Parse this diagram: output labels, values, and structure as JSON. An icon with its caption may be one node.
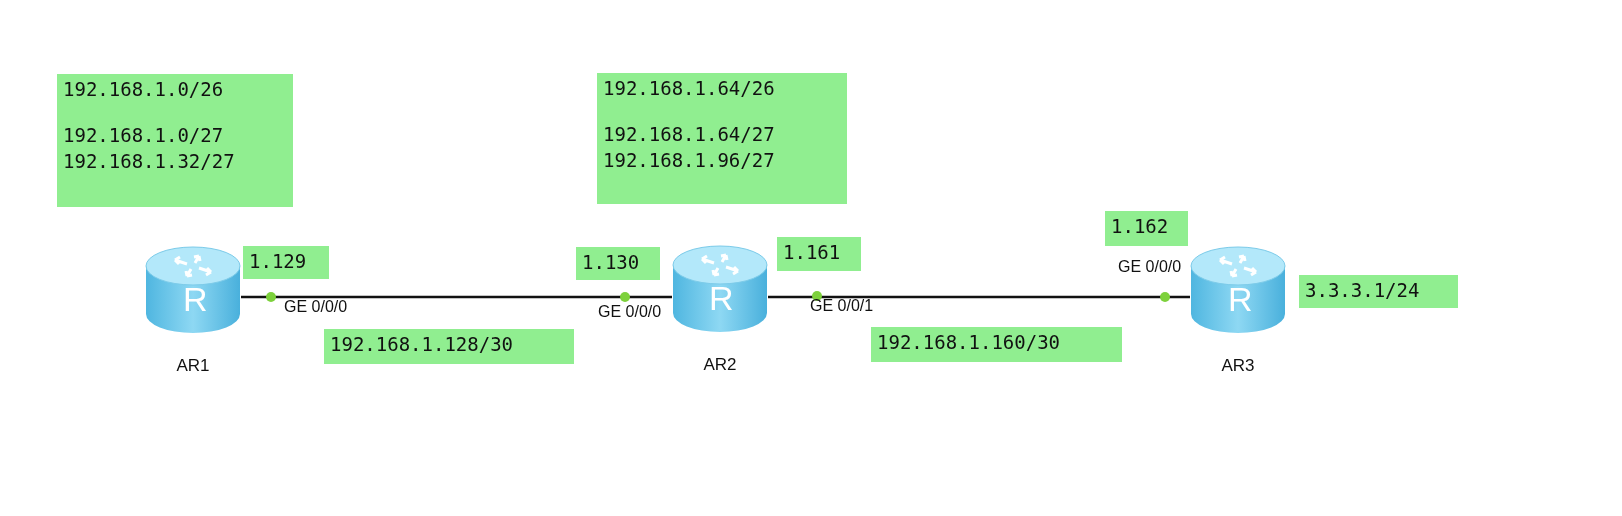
{
  "diagram": {
    "nodes": [
      {
        "text": [
          "192.168.1.0/26",
          "192.168.1.0/27",
          "192.168.1.32/27"
        ]
      },
      {
        "text": [
          "192.168.1.64/26",
          "192.168.1.64/27",
          "192.168.1.96/27"
        ]
      },
      {
        "text": [
          "1.162"
        ]
      },
      {
        "text": [
          "1.161"
        ]
      },
      {
        "text": [
          "1.129"
        ]
      },
      {
        "text": [
          "AR1"
        ]
      },
      {
        "text": [
          "1.130"
        ]
      },
      {
        "text": [
          "AR2"
        ]
      },
      {
        "text": [
          "AR3"
        ]
      },
      {
        "text": [
          "3.3.3.1/24"
        ]
      },
      {
        "text": [
          "192.168.1.128/30"
        ]
      },
      {
        "text": [
          "192.168.1.160/30"
        ]
      }
    ],
    "edges": [
      {
        "from": 5,
        "to": 7,
        "arrow": "none"
      },
      {
        "from": 7,
        "to": 8,
        "arrow": "none"
      }
    ],
    "labels": [
      "GE 0/0/0",
      "R",
      "GE 0/0/0",
      "R",
      "GE 0/0/1",
      "GE 0/0/0",
      "R"
    ]
  }
}
